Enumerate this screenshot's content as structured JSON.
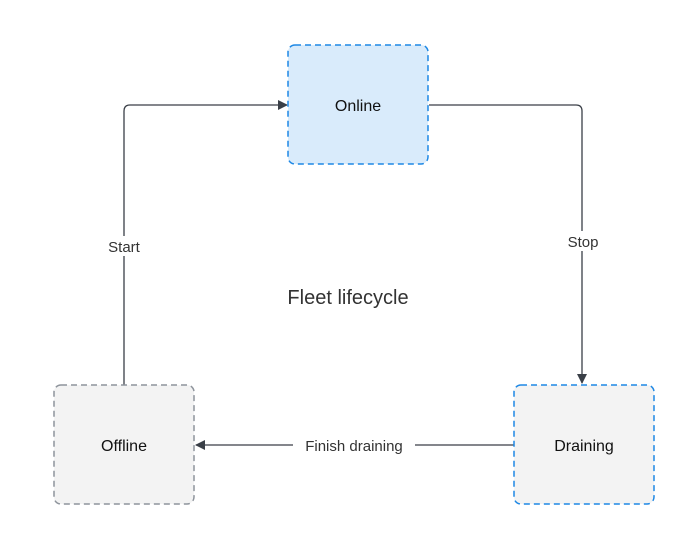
{
  "title": "Fleet lifecycle",
  "nodes": {
    "online": {
      "label": "Online",
      "fill": "#d9ebfb",
      "stroke": "#1e88e5"
    },
    "offline": {
      "label": "Offline",
      "fill": "#f3f3f3",
      "stroke": "#8e949c"
    },
    "draining": {
      "label": "Draining",
      "fill": "#f3f3f3",
      "stroke": "#1e88e5"
    }
  },
  "edges": {
    "start": {
      "label": "Start"
    },
    "stop": {
      "label": "Stop"
    },
    "finish": {
      "label": "Finish draining"
    }
  },
  "colors": {
    "edge": "#3a3f47",
    "text": "#222222"
  }
}
